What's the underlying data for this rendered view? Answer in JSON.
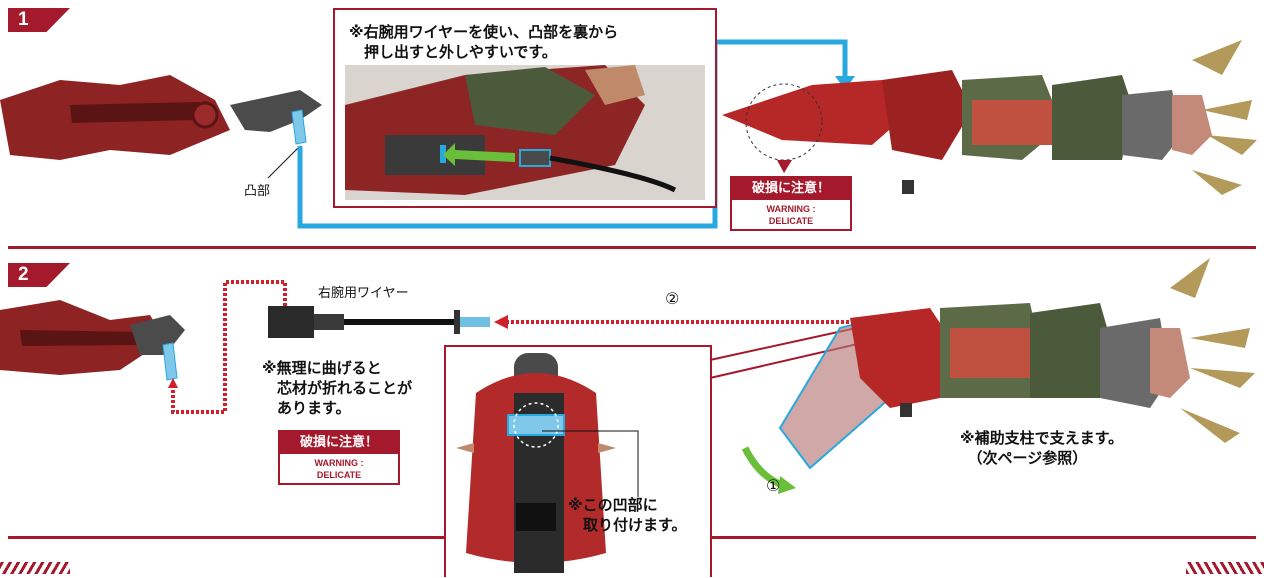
{
  "step1": {
    "number": "1",
    "inset_caption": "※右腕用ワイヤーを使い、凸部を裏から\n　押し出すと外しやすいです。",
    "part_label": "凸部",
    "warning": {
      "title": "破損に注意！",
      "english": "WARNING :\nDELICATE"
    }
  },
  "step2": {
    "number": "2",
    "wire_label": "右腕用ワイヤー",
    "order_2": "②",
    "order_1": "①",
    "bend_caution": "※無理に曲げると\n　芯材が折れることが\n　あります。",
    "warning": {
      "title": "破損に注意！",
      "english": "WARNING :\nDELICATE"
    },
    "attach_note": "※この凹部に\n　取り付けます。",
    "support_note": "※補助支柱で支えます。\n　（次ページ参照）"
  },
  "colors": {
    "brand_red": "#a4192b",
    "callout_blue": "#29a8e0",
    "arrow_green": "#6abf3a",
    "dotted_red": "#d0202c"
  }
}
